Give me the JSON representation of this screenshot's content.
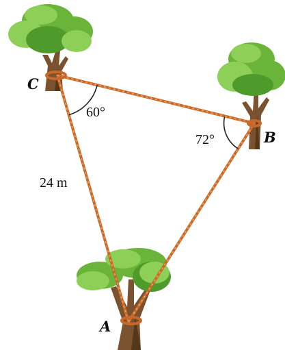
{
  "diagram": {
    "vertices": {
      "A": "A",
      "B": "B",
      "C": "C"
    },
    "angles": {
      "C": "60°",
      "B": "72°"
    },
    "sides": {
      "CA": "24 m"
    },
    "colors": {
      "rope": "#c6692b",
      "rope_highlight": "#ef9a55",
      "trunk": "#7a5230",
      "trunk_dark": "#553719",
      "leaf_light": "#8dcf57",
      "leaf_mid": "#6bb43c",
      "leaf_dark": "#4e9a2a",
      "angle_arc": "#222222",
      "text": "#111111"
    },
    "icons": [
      "tree-icon",
      "tree-icon",
      "tree-icon"
    ]
  }
}
